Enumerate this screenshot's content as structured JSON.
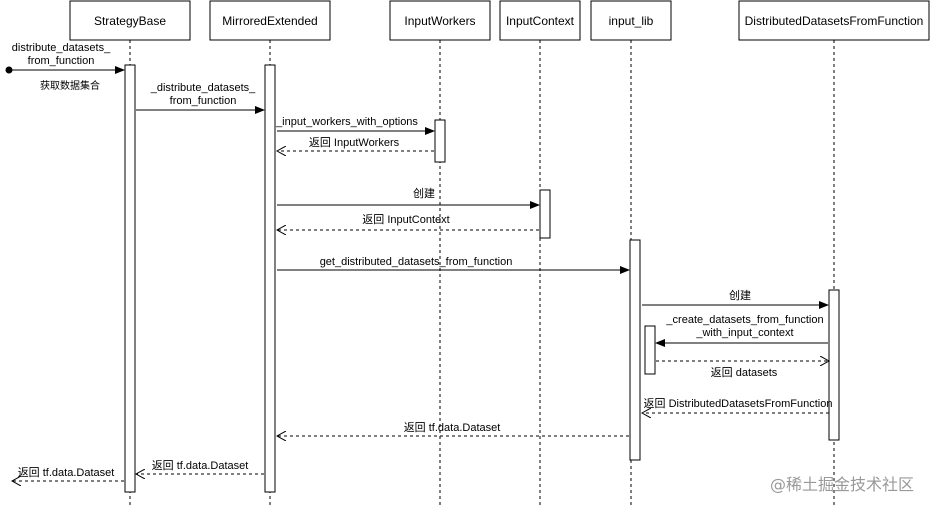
{
  "participants": [
    {
      "id": "sb",
      "label": "StrategyBase"
    },
    {
      "id": "me",
      "label": "MirroredExtended"
    },
    {
      "id": "iw",
      "label": "InputWorkers"
    },
    {
      "id": "ic",
      "label": "InputContext"
    },
    {
      "id": "il",
      "label": "input_lib"
    },
    {
      "id": "dd",
      "label": "DistributedDatasetsFromFunction"
    }
  ],
  "messages": [
    {
      "id": "m1",
      "lines": [
        "distribute_datasets_",
        "from_function"
      ]
    },
    {
      "id": "m2",
      "lines": [
        "_distribute_datasets_",
        "from_function"
      ]
    },
    {
      "id": "m3",
      "lines": [
        "_input_workers_with_options"
      ]
    },
    {
      "id": "m4",
      "lines": [
        "返回 InputWorkers"
      ]
    },
    {
      "id": "m5",
      "lines": [
        "创建"
      ]
    },
    {
      "id": "m6",
      "lines": [
        "返回 InputContext"
      ]
    },
    {
      "id": "m7",
      "lines": [
        "get_distributed_datasets_from_function"
      ]
    },
    {
      "id": "m8",
      "lines": [
        "创建"
      ]
    },
    {
      "id": "m9",
      "lines": [
        "_create_datasets_from_function",
        "_with_input_context"
      ]
    },
    {
      "id": "m10",
      "lines": [
        "返回 datasets"
      ]
    },
    {
      "id": "m11",
      "lines": [
        "返回 DistributedDatasetsFromFunction"
      ]
    },
    {
      "id": "m12",
      "lines": [
        "返回 tf.data.Dataset"
      ]
    },
    {
      "id": "m13",
      "lines": [
        "返回 tf.data.Dataset"
      ]
    },
    {
      "id": "m14",
      "lines": [
        "返回 tf.data.Dataset"
      ]
    }
  ],
  "note": "获取数据集合",
  "watermark": "@稀土掘金技术社区"
}
